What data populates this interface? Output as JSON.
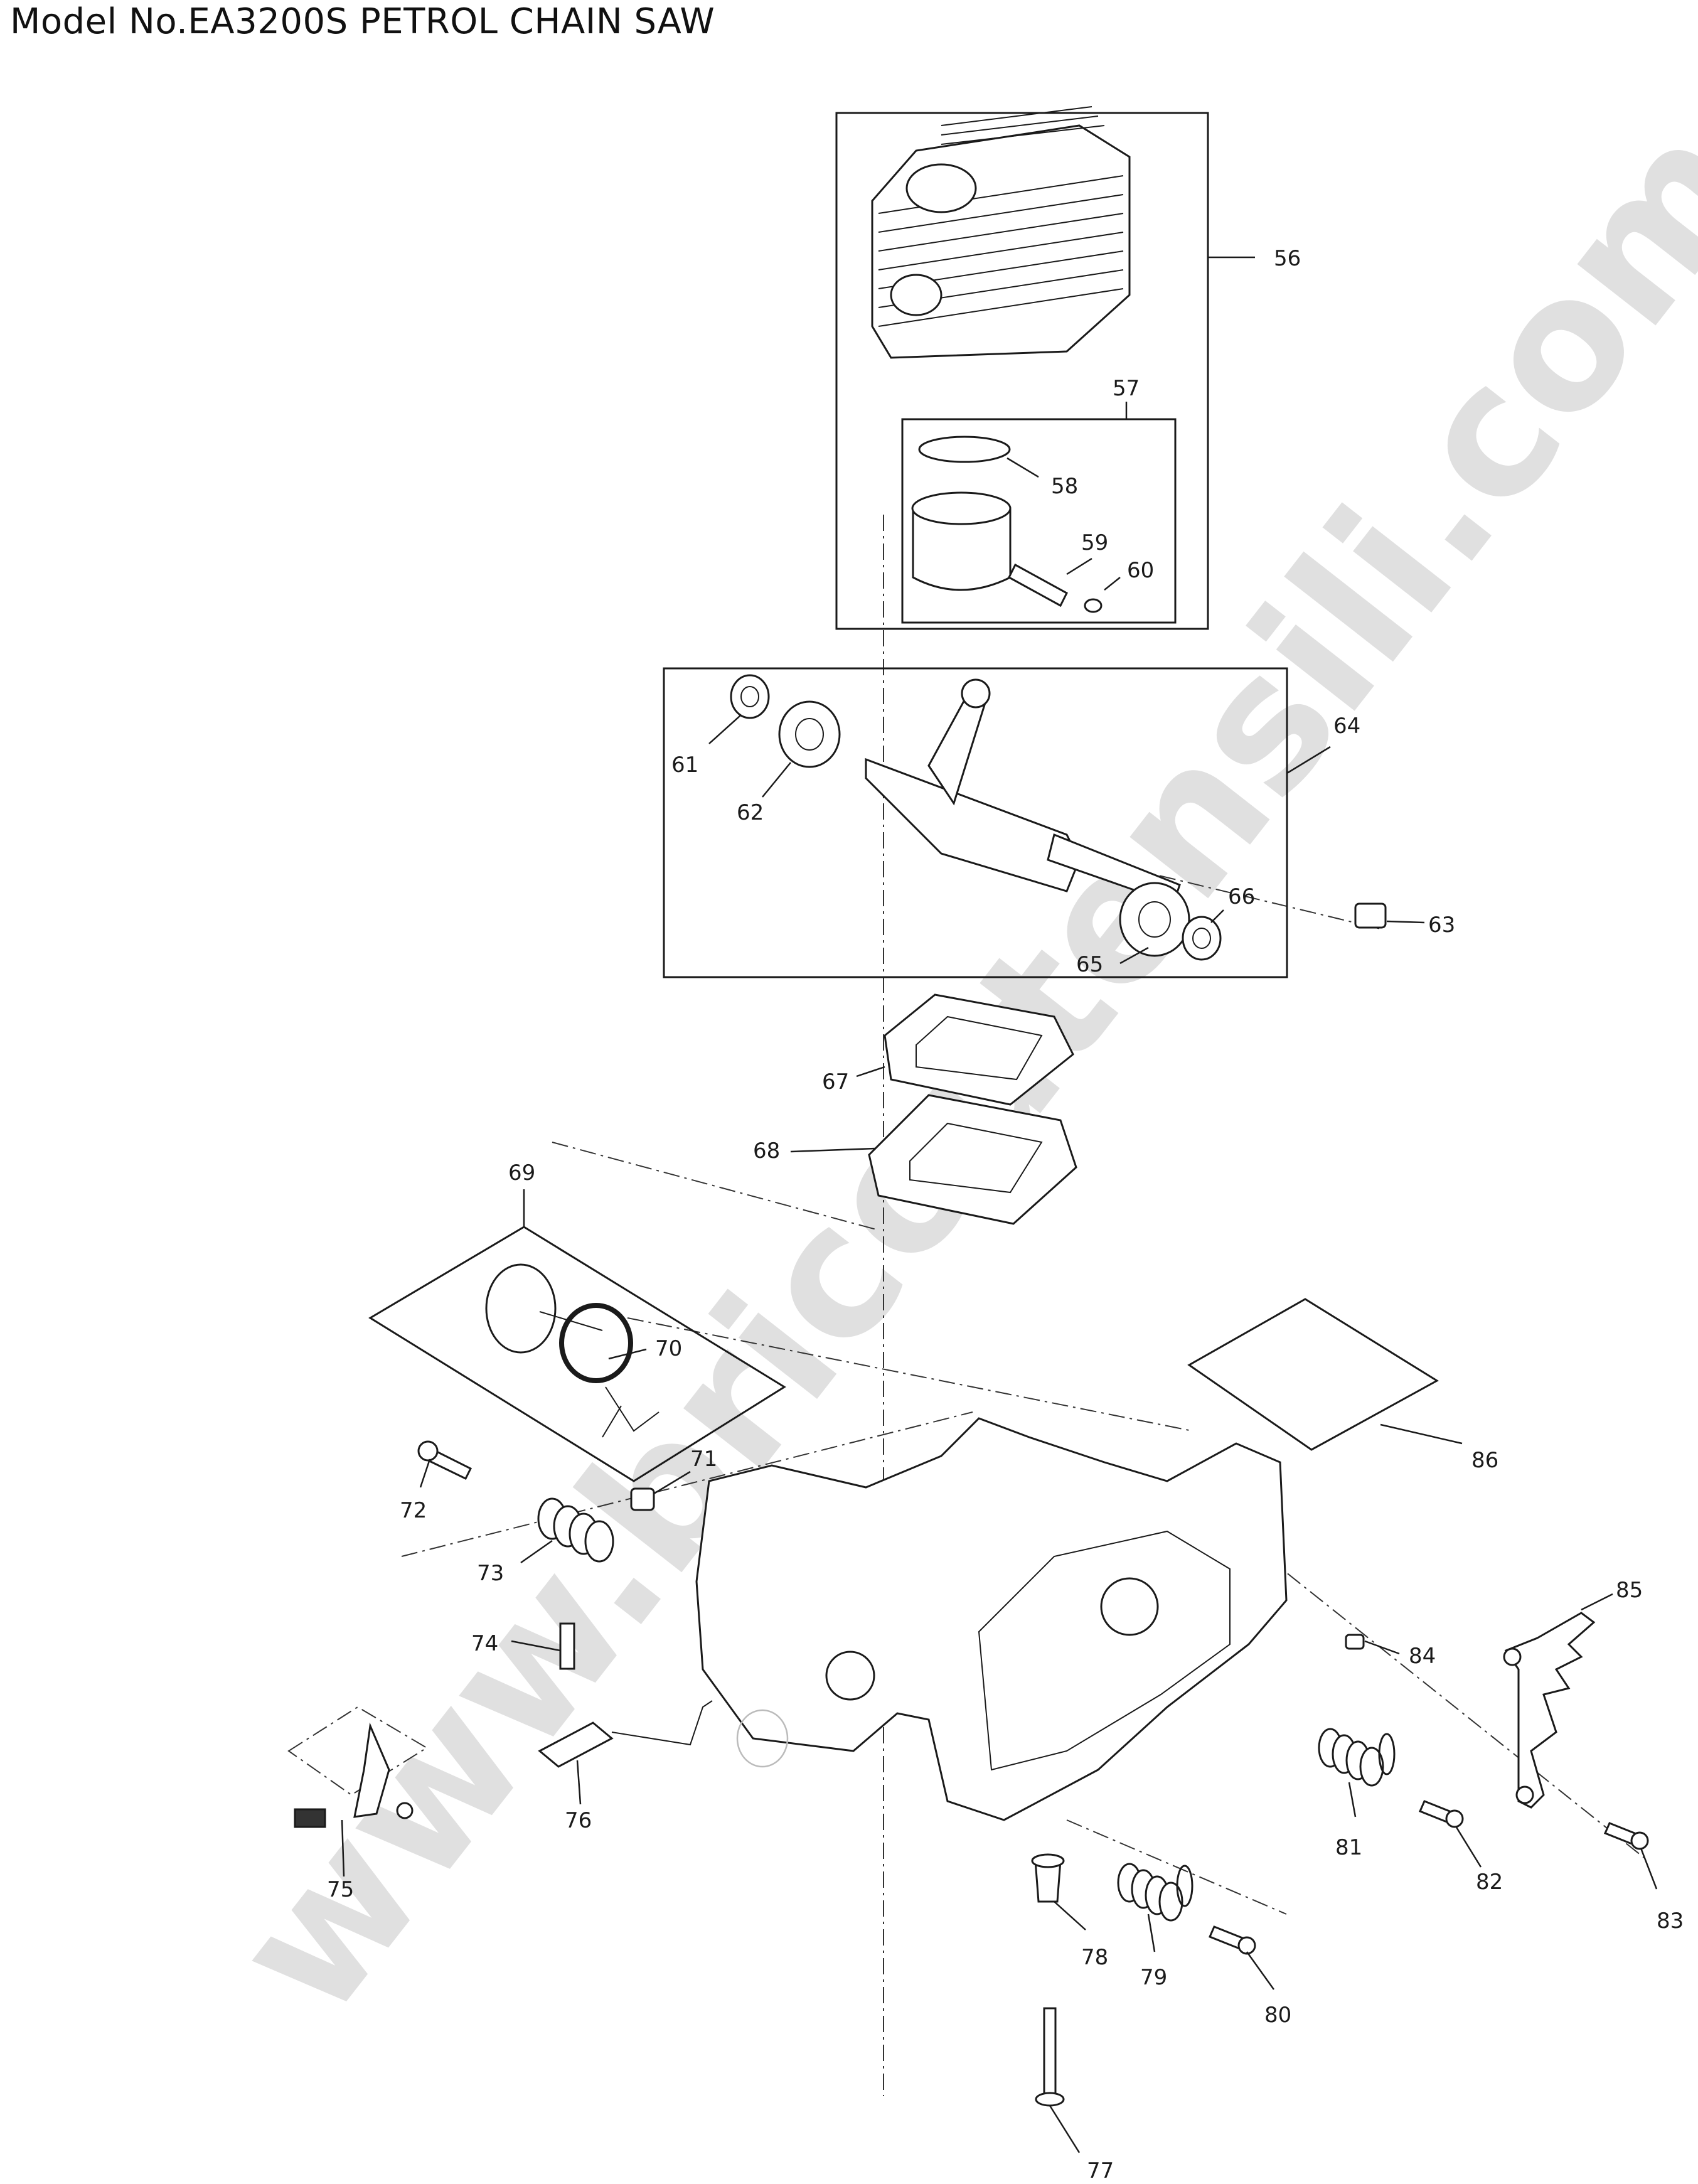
{
  "title": "Model No.EA3200S PETROL CHAIN SAW",
  "watermark": "www.bricoutensili.com",
  "callouts": {
    "c56": "56",
    "c57": "57",
    "c58": "58",
    "c59": "59",
    "c60": "60",
    "c61": "61",
    "c62": "62",
    "c63": "63",
    "c64": "64",
    "c65": "65",
    "c66": "66",
    "c67": "67",
    "c68": "68",
    "c69": "69",
    "c70": "70",
    "c71": "71",
    "c72": "72",
    "c73": "73",
    "c74": "74",
    "c75": "75",
    "c76": "76",
    "c77": "77",
    "c78": "78",
    "c79": "79",
    "c80": "80",
    "c81": "81",
    "c82": "82",
    "c83": "83",
    "c84": "84",
    "c85": "85",
    "c86": "86"
  }
}
